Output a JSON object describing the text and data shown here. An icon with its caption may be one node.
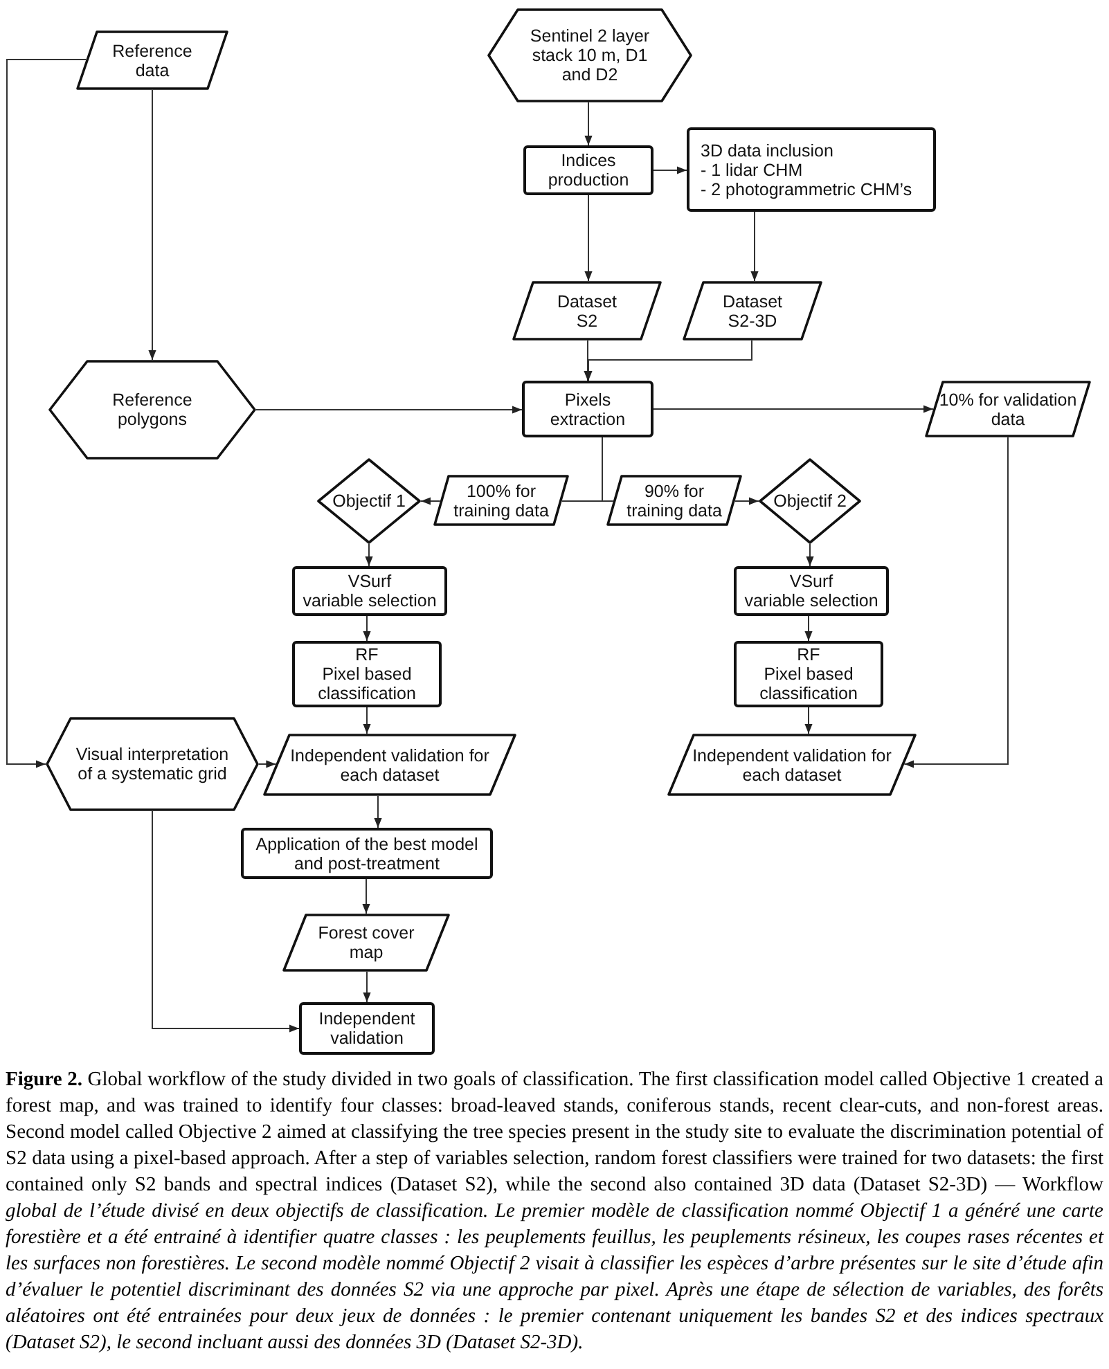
{
  "diagram": {
    "caption": "**Figure 2.** Global workflow of the study divided in two goals of classification. The first classification model called Objective 1 created a forest map, and was trained to identify four classes: broad-leaved stands, coniferous stands, recent clear-cuts, and non-forest areas. Second model called Objective 2 aimed at classifying the tree species present in the study site to evaluate the discrimination potential of S2 data using a pixel-based approach. After a step of variables selection, random forest classifiers were trained for two datasets: the first contained only S2 bands and spectral indices (Dataset S2), while the second also contained 3D data (Dataset S2-3D) — Workflow *global de l’étude divisé en deux objectifs de classification. Le premier modèle de classification nommé Objectif 1 a généré une carte forestière et a été entrainé à identifier quatre classes : les peuplements feuillus, les peuplements résineux, les coupes rases récentes et les surfaces non forestières. Le second modèle nommé Objectif 2 visait à classifier les espèces d’arbre présentes sur le site d’étude afin d’évaluer le potentiel discriminant des données S2 via une approche par pixel. Après une étape de sélection de variables, des forêts aléatoires ont été entrainées pour deux jeux de données : le premier contenant uniquement les bandes S2 et des indices spectraux (Dataset S2), le second incluant aussi des données 3D (Dataset S2-3D).*",
    "nodes": [
      {
        "text": [
          "Reference data"
        ]
      },
      {
        "text": [
          "Sentinel 2 layer stack 10 m, D1 and D2"
        ]
      },
      {
        "text": [
          "Indices production"
        ]
      },
      {
        "text": [
          "3D data inclusion",
          "- 1 lidar CHM",
          "- 2 photogrammetric CHM’s"
        ]
      },
      {
        "text": [
          "Dataset S2"
        ]
      },
      {
        "text": [
          "Dataset S2-3D"
        ]
      },
      {
        "text": [
          "Reference polygons"
        ]
      },
      {
        "text": [
          "Pixels extraction"
        ]
      },
      {
        "text": [
          "10% for validation data"
        ]
      },
      {
        "text": [
          "Objectif 1"
        ]
      },
      {
        "text": [
          "100% for training data"
        ]
      },
      {
        "text": [
          "90% for training data"
        ]
      },
      {
        "text": [
          "Objectif 2"
        ]
      },
      {
        "text": [
          "VSurf",
          "variable selection"
        ]
      },
      {
        "text": [
          "RF",
          "Pixel based classification"
        ]
      },
      {
        "text": [
          "VSurf",
          "variable selection"
        ]
      },
      {
        "text": [
          "RF",
          "Pixel based classification"
        ]
      },
      {
        "text": [
          "Visual interpretation of a systematic grid"
        ]
      },
      {
        "text": [
          "Independent validation for each dataset"
        ]
      },
      {
        "text": [
          "Independent validation for each dataset"
        ]
      },
      {
        "text": [
          "Application of the best model and post-treatment"
        ]
      },
      {
        "text": [
          "Forest cover map"
        ]
      },
      {
        "text": [
          "Independent validation"
        ]
      }
    ],
    "edges": [
      {
        "from": 0,
        "to": 6,
        "arrow": "to"
      },
      {
        "from": 0,
        "to": 17,
        "arrow": "to"
      },
      {
        "from": 1,
        "to": 2,
        "arrow": "to"
      },
      {
        "from": 2,
        "to": 3,
        "arrow": "to"
      },
      {
        "from": 2,
        "to": 4,
        "arrow": "to"
      },
      {
        "from": 3,
        "to": 5,
        "arrow": "to"
      },
      {
        "from": 4,
        "to": 7,
        "arrow": "to"
      },
      {
        "from": 5,
        "to": 7,
        "arrow": "to"
      },
      {
        "from": 6,
        "to": 7,
        "arrow": "to"
      },
      {
        "from": 7,
        "to": 8,
        "arrow": "to"
      },
      {
        "from": 7,
        "to": 10,
        "arrow": "none"
      },
      {
        "from": 10,
        "to": 9,
        "arrow": "to"
      },
      {
        "from": 7,
        "to": 11,
        "arrow": "none"
      },
      {
        "from": 11,
        "to": 12,
        "arrow": "to"
      },
      {
        "from": 8,
        "to": 19,
        "arrow": "to"
      },
      {
        "from": 9,
        "to": 13,
        "arrow": "to"
      },
      {
        "from": 13,
        "to": 14,
        "arrow": "to"
      },
      {
        "from": 14,
        "to": 18,
        "arrow": "to"
      },
      {
        "from": 12,
        "to": 15,
        "arrow": "to"
      },
      {
        "from": 15,
        "to": 16,
        "arrow": "to"
      },
      {
        "from": 16,
        "to": 19,
        "arrow": "to"
      },
      {
        "from": 17,
        "to": 18,
        "arrow": "to"
      },
      {
        "from": 17,
        "to": 22,
        "arrow": "to"
      },
      {
        "from": 18,
        "to": 20,
        "arrow": "to"
      },
      {
        "from": 20,
        "to": 21,
        "arrow": "to"
      },
      {
        "from": 21,
        "to": 22,
        "arrow": "to"
      }
    ]
  }
}
